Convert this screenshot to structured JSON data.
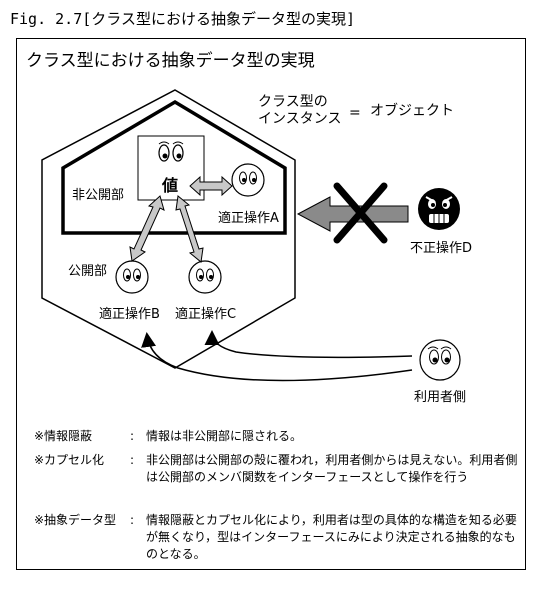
{
  "caption": "Fig. 2.7[クラス型における抽象データ型の実現]",
  "title": "クラス型における抽象データ型の実現",
  "equation": {
    "left_line1": "クラス型の",
    "left_line2": "インスタンス",
    "equals": "=",
    "right": "オブジェクト"
  },
  "labels": {
    "private": "非公開部",
    "public": "公開部",
    "value": "値",
    "op_a": "適正操作A",
    "op_b": "適正操作B",
    "op_c": "適正操作C",
    "op_d": "不正操作D",
    "user": "利用者側"
  },
  "notes": [
    {
      "term": "※情報隠蔽",
      "colon": ":",
      "text": "情報は非公開部に隠される。"
    },
    {
      "term": "※カプセル化",
      "colon": ":",
      "text": "非公開部は公開部の殻に覆われ，利用者側からは見えない。利用者側は公開部のメンバ関数をインターフェースとして操作を行う"
    },
    {
      "term": "※抽象データ型",
      "colon": ":",
      "text": "情報隠蔽とカプセル化により，利用者は型の具体的な構造を知る必要が無くなり，型はインターフェースにみにより決定される抽象的なものとなる。"
    }
  ]
}
